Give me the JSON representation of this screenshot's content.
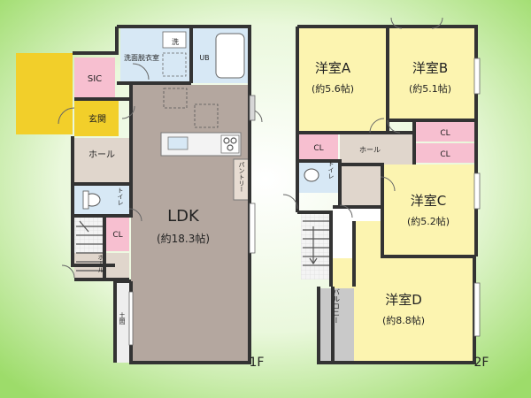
{
  "floor1": {
    "label": "1F",
    "rooms": {
      "sic": "SIC",
      "entrance": "玄関",
      "hall": "ホール",
      "washroom": "洗面脱衣室",
      "wash_mark": "洗",
      "ub": "UB",
      "ldk": "LDK",
      "ldk_size": "(約18.3帖)",
      "pantry": "パントリー",
      "toilet": "トイレ",
      "cl": "CL",
      "hall_lower": "ホール",
      "doma": "土間"
    }
  },
  "floor2": {
    "label": "2F",
    "rooms": {
      "a_name": "洋室A",
      "a_size": "(約5.6帖)",
      "b_name": "洋室B",
      "b_size": "(約5.1帖)",
      "c_name": "洋室C",
      "c_size": "(約5.2帖)",
      "d_name": "洋室D",
      "d_size": "(約8.8帖)",
      "cl_a": "CL",
      "cl_b1": "CL",
      "cl_b2": "CL",
      "hall": "ホール",
      "toilet": "トイレ",
      "balcony": "バルコニー"
    }
  },
  "colors": {
    "ldk_floor": "#b4a79f",
    "bedroom": "#fcf4b0",
    "closet": "#f7bfd0",
    "wet_area": "#d7e8f5",
    "hall": "#e0d6cc",
    "porch": "#f2cf2a",
    "balcony": "#c9c9c9",
    "background": "#bfe9a0"
  }
}
